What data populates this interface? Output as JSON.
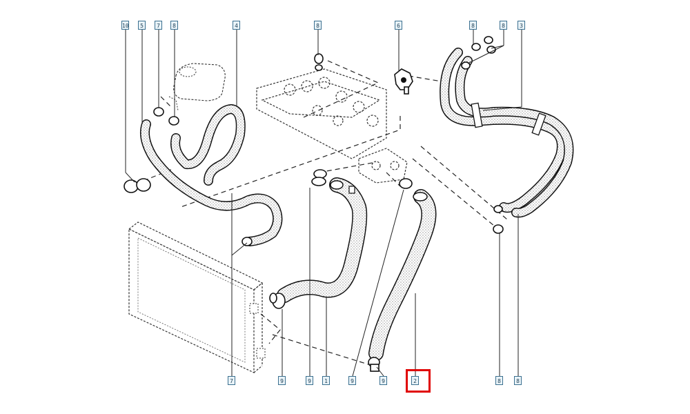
{
  "diagram": {
    "callouts": [
      {
        "id": "c-10-top",
        "label": "10"
      },
      {
        "id": "c-5-top",
        "label": "5"
      },
      {
        "id": "c-7-top",
        "label": "7"
      },
      {
        "id": "c-8-top-a",
        "label": "8"
      },
      {
        "id": "c-4-top",
        "label": "4"
      },
      {
        "id": "c-8-top-b",
        "label": "8"
      },
      {
        "id": "c-6-top",
        "label": "6"
      },
      {
        "id": "c-8-top-c",
        "label": "8"
      },
      {
        "id": "c-8-top-d",
        "label": "8"
      },
      {
        "id": "c-3-top",
        "label": "3"
      },
      {
        "id": "c-7-bot",
        "label": "7"
      },
      {
        "id": "c-9-bot-a",
        "label": "9"
      },
      {
        "id": "c-9-bot-b",
        "label": "9"
      },
      {
        "id": "c-1-bot",
        "label": "1"
      },
      {
        "id": "c-9-bot-c",
        "label": "9"
      },
      {
        "id": "c-9-bot-d",
        "label": "9"
      },
      {
        "id": "c-2-bot",
        "label": "2"
      },
      {
        "id": "c-8-bot-a",
        "label": "8"
      },
      {
        "id": "c-8-bot-b",
        "label": "8"
      }
    ],
    "highlighted_part": "2",
    "highlight_color": "#e00000",
    "callout_color": "#3a6f8f"
  }
}
